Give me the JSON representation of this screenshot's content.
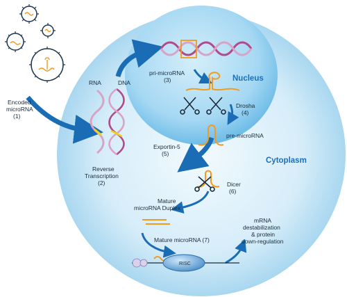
{
  "labels": {
    "encoded_line1": "Encoded",
    "encoded_line2": "microRNA",
    "encoded_num": "(1)",
    "rna": "RNA",
    "dna": "DNA",
    "rt_line1": "Reverse",
    "rt_line2": "Transcription",
    "rt_num": "(2)",
    "pri_mirna": "pri-microRNA",
    "pri_num": "(3)",
    "nucleus": "Nucleus",
    "drosha": "Drosha",
    "drosha_num": "(4)",
    "pre_mirna": "pre-microRNA",
    "exportin": "Exportin-5",
    "exportin_num": "(5)",
    "cytoplasm": "Cytoplasm",
    "dicer": "Dicer",
    "dicer_num": "(6)",
    "mature_dup_line1": "Mature",
    "mature_dup_line2": "microRNA Duplex",
    "mature_mirna": "Mature microRNA (7)",
    "risc": "RISC",
    "mrna_line1": "mRNA",
    "mrna_line2": "destabilization",
    "mrna_line3": "& protein",
    "mrna_line4": "down-regulation"
  },
  "colors": {
    "cell_center": "#e8f5fc",
    "cell_edge": "#a9d7f0",
    "nucleus_center": "#bfe3f6",
    "nucleus_edge": "#6fbde8",
    "arrow": "#1a6db5",
    "rna_strand": "#d9a3c8",
    "dna_strand": "#b04a8a",
    "microrna": "#f39a1e",
    "accent_text": "#1d6fb8"
  }
}
